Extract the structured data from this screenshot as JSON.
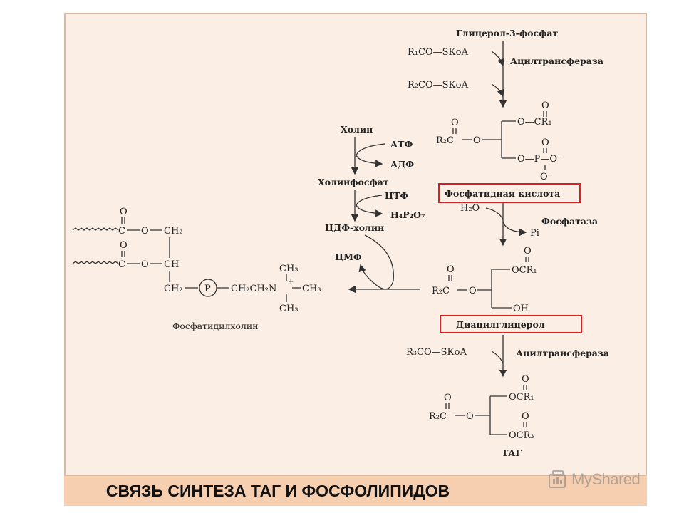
{
  "slide_title": "СВЯЗЬ СИНТЕЗА ТАГ И ФОСФОЛИПИДОВ",
  "watermark": "MyShared",
  "colors": {
    "panel": "#fbeee4",
    "title_bar": "#f5cfb0",
    "highlight": "#d42020"
  },
  "right_pathway": {
    "start": "Глицерол-3-фосфат",
    "acyl1": "R₁CO—SКоА",
    "acyl2": "R₂CO—SКоА",
    "enzyme1": "Ацилтрансфераза",
    "phosphatidic_acid": "Фосфатидная кислота",
    "water": "H₂O",
    "enzyme2": "Фосфатаза",
    "pi": "Pi",
    "diacylglycerol": "Диацилглицерол",
    "acyl3": "R₃CO—SКоА",
    "enzyme3": "Ацилтрансфераза",
    "tag": "ТАГ"
  },
  "choline_pathway": {
    "choline": "Холин",
    "atp": "АТФ",
    "adp": "АДФ",
    "phosphocholine": "Холинфосфат",
    "ctp": "ЦТФ",
    "ppi": "H₄P₂O₇",
    "cdp_choline": "ЦДФ-холин",
    "cmp": "ЦМФ"
  },
  "phosphatidylcholine": {
    "label": "Фосфатидилхолин",
    "p": "P"
  },
  "structure_labels": {
    "o": "O",
    "ch2": "CH₂",
    "ch": "CH",
    "ch3": "CH₃",
    "ocr1": "OCR₁",
    "ocr3": "OCR₃",
    "oh": "OH",
    "r2c": "R₂C",
    "ocr1_dash": "O—CR₁",
    "op": "O—P—O⁻",
    "ominus": "O⁻",
    "chain": "CH₂CH₂N",
    "plus": "+"
  }
}
